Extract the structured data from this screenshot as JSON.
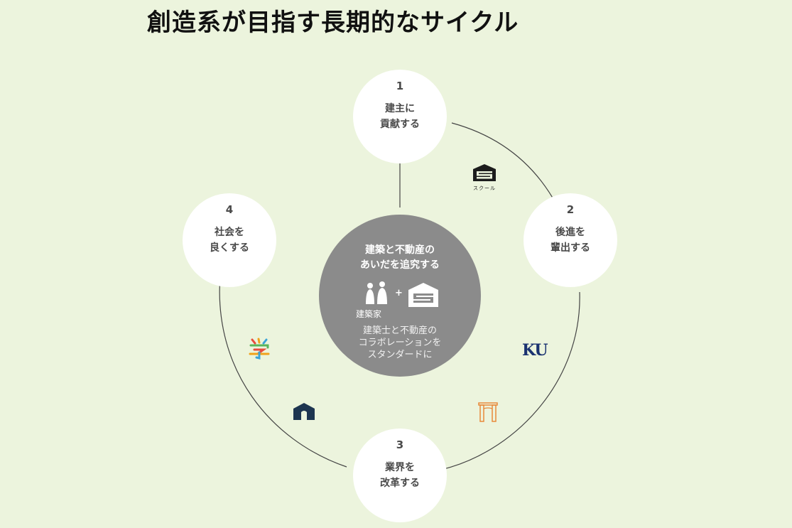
{
  "title": "創造系が目指す長期的なサイクル",
  "steps": [
    {
      "num": "1",
      "line1": "建主に",
      "line2": "貢献する"
    },
    {
      "num": "2",
      "line1": "後進を",
      "line2": "輩出する"
    },
    {
      "num": "3",
      "line1": "業界を",
      "line2": "改革する"
    },
    {
      "num": "4",
      "line1": "社会を",
      "line2": "良くする"
    }
  ],
  "center": {
    "heading_line1": "建築と不動産の",
    "heading_line2": "あいだを追究する",
    "plus": "+",
    "architect_label": "建築家",
    "sub_line1": "建築士と不動産の",
    "sub_line2": "コラボレーションを",
    "sub_line3": "スタンダードに"
  },
  "logos": {
    "school_caption": "スクール",
    "ku_text": "KU"
  },
  "colors": {
    "background": "#ecf4dd",
    "node_fill": "#ffffff",
    "center_fill": "#8b8b8b",
    "arrow": "#444444",
    "ku_blue": "#1a3270",
    "house_navy": "#1d3550",
    "gate_orange": "#e8893a"
  }
}
